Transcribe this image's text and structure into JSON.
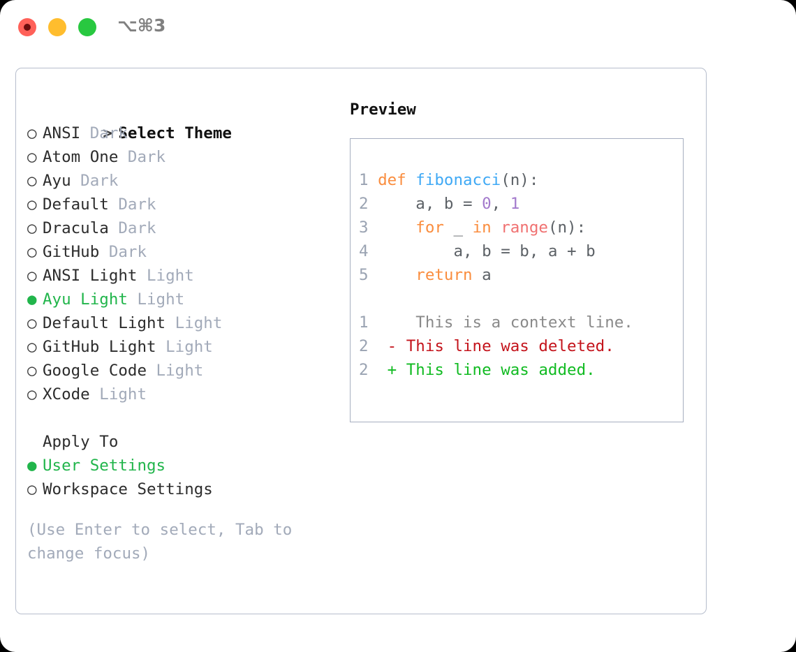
{
  "titlebar": {
    "shortcut": "⌥⌘3",
    "lights": [
      {
        "name": "close",
        "color": "#ff6159"
      },
      {
        "name": "minimize",
        "color": "#ffbd2e"
      },
      {
        "name": "maximize",
        "color": "#28c840"
      }
    ]
  },
  "theme_picker": {
    "header_prefix": ">",
    "header": "Select Theme",
    "bullet_selected": "●",
    "bullet_unselected": "○",
    "items": [
      {
        "name": "ANSI",
        "kind": "Dark",
        "selected": false
      },
      {
        "name": "Atom One",
        "kind": "Dark",
        "selected": false
      },
      {
        "name": "Ayu",
        "kind": "Dark",
        "selected": false
      },
      {
        "name": "Default",
        "kind": "Dark",
        "selected": false
      },
      {
        "name": "Dracula",
        "kind": "Dark",
        "selected": false
      },
      {
        "name": "GitHub",
        "kind": "Dark",
        "selected": false
      },
      {
        "name": "ANSI Light",
        "kind": "Light",
        "selected": false
      },
      {
        "name": "Ayu Light",
        "kind": "Light",
        "selected": true
      },
      {
        "name": "Default Light",
        "kind": "Light",
        "selected": false
      },
      {
        "name": "GitHub Light",
        "kind": "Light",
        "selected": false
      },
      {
        "name": "Google Code",
        "kind": "Light",
        "selected": false
      },
      {
        "name": "XCode",
        "kind": "Light",
        "selected": false
      }
    ]
  },
  "apply_to": {
    "label": "Apply To",
    "options": [
      {
        "name": "User Settings",
        "selected": true
      },
      {
        "name": "Workspace Settings",
        "selected": false
      }
    ]
  },
  "hint": "(Use Enter to select, Tab to change focus)",
  "preview": {
    "label": "Preview",
    "code_lines": [
      {
        "number": "1",
        "tokens": [
          {
            "text": "def ",
            "cls": "tok-kw"
          },
          {
            "text": "fibonacci",
            "cls": "tok-fn"
          },
          {
            "text": "(n):",
            "cls": "tok-txt"
          }
        ]
      },
      {
        "number": "2",
        "tokens": [
          {
            "text": "    a, b = ",
            "cls": "tok-txt"
          },
          {
            "text": "0",
            "cls": "tok-num"
          },
          {
            "text": ", ",
            "cls": "tok-txt"
          },
          {
            "text": "1",
            "cls": "tok-num"
          }
        ]
      },
      {
        "number": "3",
        "tokens": [
          {
            "text": "    ",
            "cls": "tok-txt"
          },
          {
            "text": "for",
            "cls": "tok-kw"
          },
          {
            "text": " _ ",
            "cls": "tok-txt"
          },
          {
            "text": "in",
            "cls": "tok-kw"
          },
          {
            "text": " ",
            "cls": "tok-txt"
          },
          {
            "text": "range",
            "cls": "tok-bi"
          },
          {
            "text": "(n):",
            "cls": "tok-txt"
          }
        ]
      },
      {
        "number": "4",
        "tokens": [
          {
            "text": "        a, b = b, a + b",
            "cls": "tok-txt"
          }
        ]
      },
      {
        "number": "5",
        "tokens": [
          {
            "text": "    ",
            "cls": "tok-txt"
          },
          {
            "text": "return",
            "cls": "tok-kw"
          },
          {
            "text": " a",
            "cls": "tok-txt"
          }
        ]
      }
    ],
    "diff_lines": [
      {
        "number": "1",
        "marker": " ",
        "text": "  This is a context line.",
        "cls": "diff-ctx"
      },
      {
        "number": "2",
        "marker": "-",
        "text": " This line was deleted.",
        "cls": "diff-del"
      },
      {
        "number": "2",
        "marker": "+",
        "text": " This line was added.",
        "cls": "diff-add"
      }
    ]
  },
  "colors": {
    "accent_green": "#21b54b",
    "muted_gray": "#a2aab9",
    "border": "#b6bdcc",
    "keyword_orange": "#fa8d3e",
    "function_blue": "#3fa9f5",
    "number_purple": "#a37acc",
    "builtin_red": "#f07171",
    "diff_delete": "#c4141c",
    "diff_add": "#11bb22"
  }
}
